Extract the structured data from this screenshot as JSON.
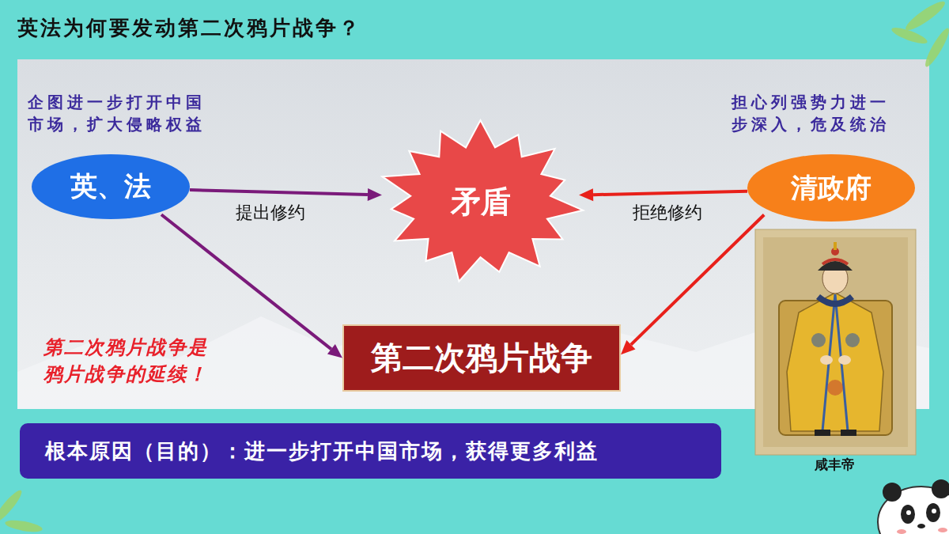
{
  "diagram": {
    "title": "英法为何要发动第二次鸦片战争？",
    "nodes": [
      {
        "text": [
          "企图进一步打开中国 市场，扩大侵略权益",
          "英、法"
        ]
      },
      {
        "text": [
          "矛盾"
        ]
      },
      {
        "text": [
          "担心列强势力进一 步深入，危及统治",
          "清政府"
        ]
      },
      {
        "text": [
          "第二次鸦片战争"
        ]
      },
      {
        "text": [
          "根本原因（目的）：进一步打开中国市场，获得更多利益"
        ]
      }
    ],
    "edges": [
      {
        "from": 0,
        "to": 1,
        "label": "提出修约",
        "arrow": "to"
      },
      {
        "from": 2,
        "to": 1,
        "label": "拒绝修约",
        "arrow": "to"
      },
      {
        "from": 0,
        "to": 3,
        "arrow": "to"
      },
      {
        "from": 2,
        "to": 3,
        "arrow": "to"
      }
    ],
    "labels": [
      "第二次鸦片战争是 鸦片战争的延续！",
      "咸丰帝"
    ]
  }
}
